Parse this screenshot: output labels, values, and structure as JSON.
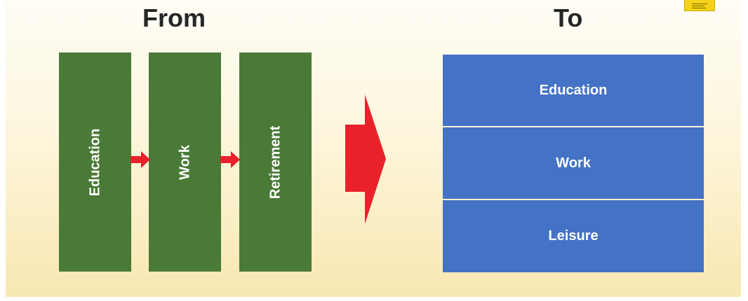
{
  "from": {
    "heading": "From",
    "stages": [
      "Education",
      "Work",
      "Retirement"
    ]
  },
  "to": {
    "heading": "To",
    "stages": [
      "Education",
      "Work",
      "Leisure"
    ]
  },
  "colors": {
    "from_box": "#4a7a37",
    "to_box": "#4472c4",
    "arrow": "#e8212a",
    "logo": "#f6d318"
  }
}
